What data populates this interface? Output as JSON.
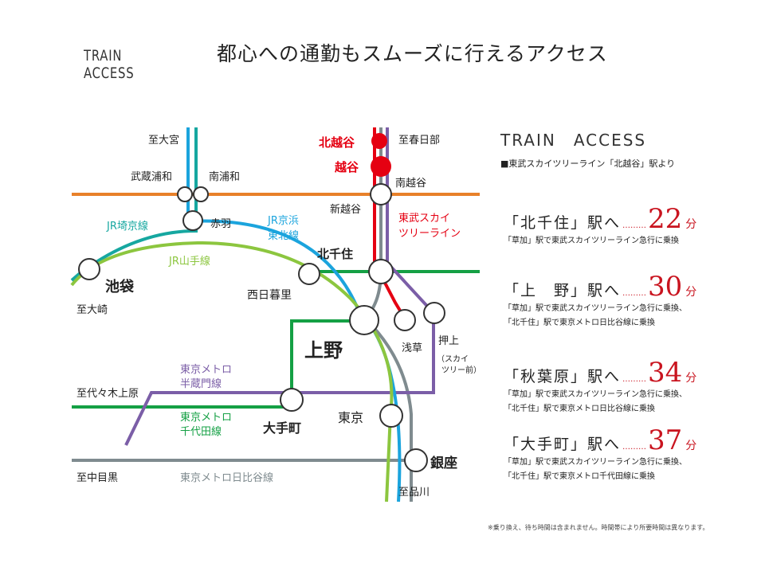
{
  "header": {
    "en": "TRAIN ACCESS",
    "jp": "都心への通勤もスムーズに行えるアクセス"
  },
  "map": {
    "stations": {
      "kitakoshigaya": "北越谷",
      "koshigaya": "越谷",
      "minamikoshigaya": "南越谷",
      "shinkoshigaya": "新越谷",
      "kitasenju": "北千住",
      "nishinippori": "西日暮里",
      "ikebukuro": "池袋",
      "ueno": "上野",
      "asakusa": "浅草",
      "oshiage": "押上",
      "oshiage_sub": "（スカイ\nツリー前）",
      "otemachi": "大手町",
      "tokyo": "東京",
      "ginza": "銀座",
      "musashiurawa": "武蔵浦和",
      "minamiurawa": "南浦和",
      "akabane": "赤羽"
    },
    "directions": {
      "omiya": "至大宮",
      "kasukabe": "至春日部",
      "osaki": "至大崎",
      "yoyogiuehara": "至代々木上原",
      "nakameguro": "至中目黒",
      "shinagawa": "至品川"
    },
    "lines": {
      "saikyo": "JR埼京線",
      "keihin": "JR京浜\n東北線",
      "yamanote": "JR山手線",
      "skytree": "東武スカイ\nツリーライン",
      "hanzomon": "東京メトロ\n半蔵門線",
      "chiyoda": "東京メトロ\n千代田線",
      "hibiya": "東京メトロ日比谷線"
    },
    "colors": {
      "orange": "#e8812a",
      "blue": "#1ba4dd",
      "green": "#8cc63f",
      "darkgreen": "#14a044",
      "purple": "#7b5ea7",
      "gray": "#7f8b8f",
      "red": "#e50012",
      "teal": "#16a7a0"
    }
  },
  "panel": {
    "title": "TRAIN　ACCESS",
    "subtitle": "■東武スカイツリーライン「北越谷」駅より",
    "routes": [
      {
        "dest": "「北千住」駅へ",
        "dots": "………",
        "minutes": "22",
        "unit": "分",
        "notes": [
          "「草加」駅で東武スカイツリーライン急行に乗換"
        ]
      },
      {
        "dest": "「上　野」駅へ",
        "dots": "………",
        "minutes": "30",
        "unit": "分",
        "notes": [
          "「草加」駅で東武スカイツリーライン急行に乗換、",
          "「北千住」駅で東京メトロ日比谷線に乗換"
        ]
      },
      {
        "dest": "「秋葉原」駅へ",
        "dots": "………",
        "minutes": "34",
        "unit": "分",
        "notes": [
          "「草加」駅で東武スカイツリーライン急行に乗換、",
          "「北千住」駅で東京メトロ日比谷線に乗換"
        ]
      },
      {
        "dest": "「大手町」駅へ",
        "dots": "………",
        "minutes": "37",
        "unit": "分",
        "notes": [
          "「草加」駅で東武スカイツリーライン急行に乗換、",
          "「北千住」駅で東京メトロ千代田線に乗換"
        ]
      }
    ]
  },
  "footnote": "※乗り換え、待ち時間は含まれません。時間帯により所要時間は異なります。"
}
